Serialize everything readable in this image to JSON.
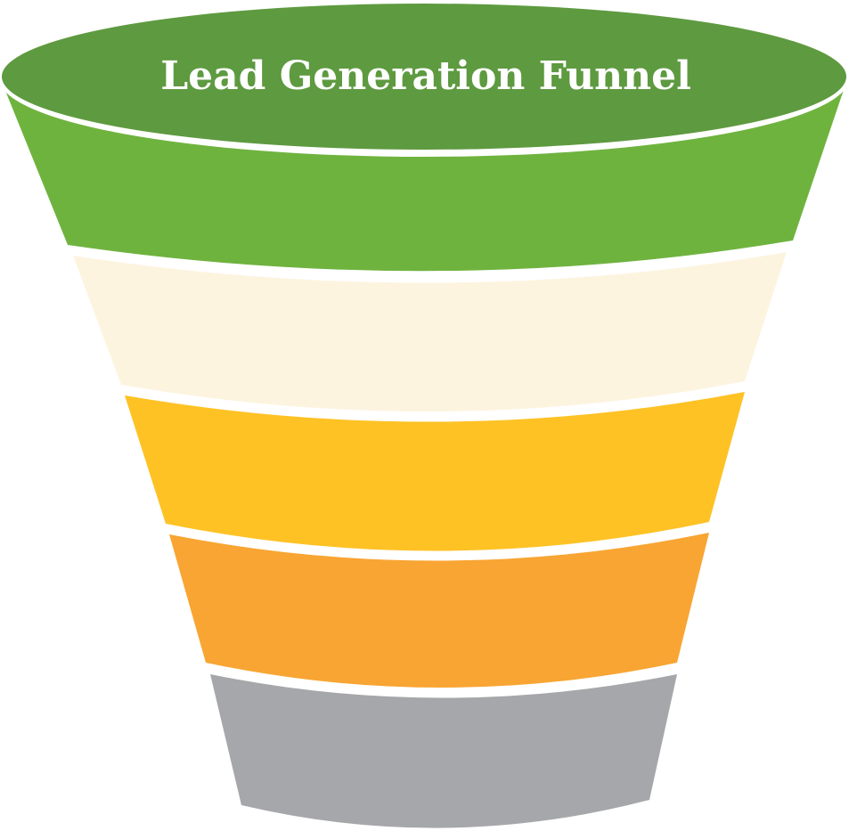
{
  "title": "Lead Generation Funnel",
  "colors": {
    "top_ellipse": "#5E9A40",
    "stage_1": "#6FB33F",
    "stage_2": "#FDF4E0",
    "stage_3": "#FEC225",
    "stage_4": "#F8A533",
    "stage_5": "#A6A7AA",
    "separator": "#FFFFFF",
    "title_text": "#FFFFFF"
  },
  "stages": [
    {
      "name": "stage-1",
      "label": ""
    },
    {
      "name": "stage-2",
      "label": ""
    },
    {
      "name": "stage-3",
      "label": ""
    },
    {
      "name": "stage-4",
      "label": ""
    },
    {
      "name": "stage-5",
      "label": ""
    }
  ]
}
